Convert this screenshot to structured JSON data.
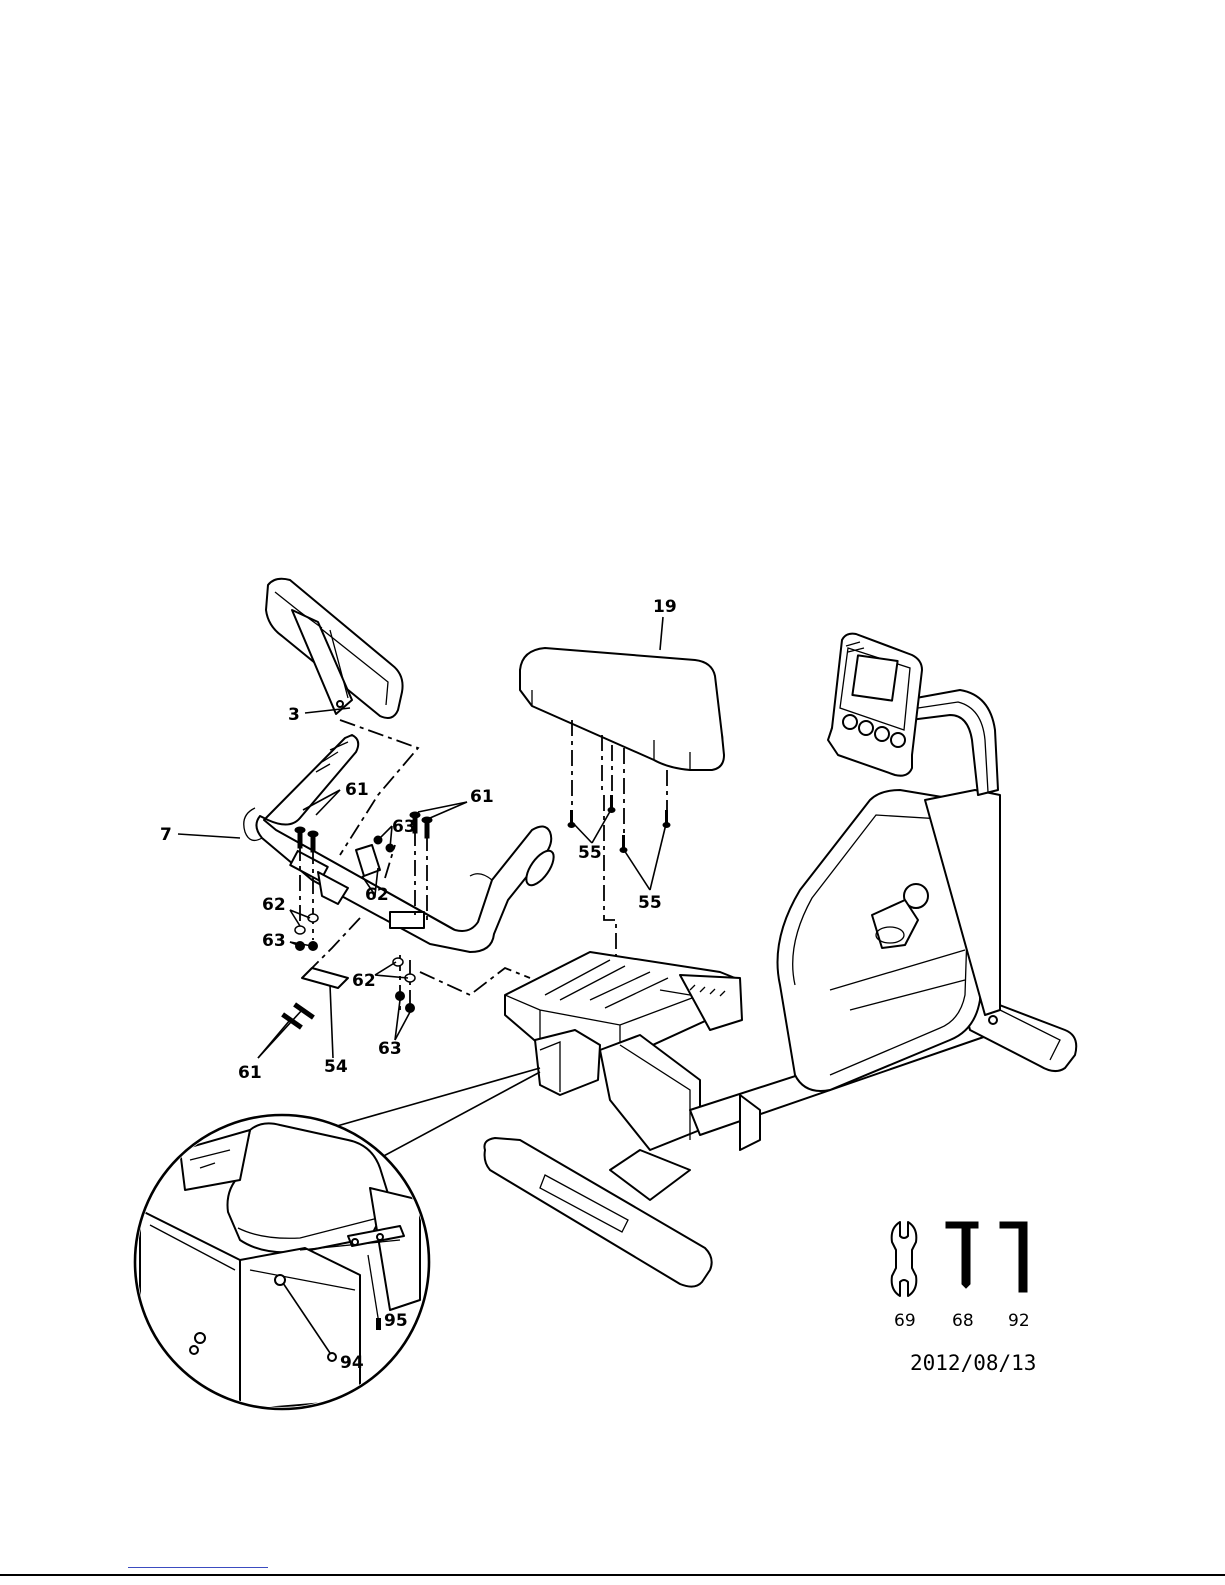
{
  "part_labels": {
    "p3": "3",
    "p7": "7",
    "p19": "19",
    "p54": "54",
    "p55a": "55",
    "p55b": "55",
    "p61a": "61",
    "p61b": "61",
    "p61c": "61",
    "p62a": "62",
    "p62b": "62",
    "p62c": "62",
    "p63a": "63",
    "p63b": "63",
    "p63c": "63",
    "p94": "94",
    "p95": "95"
  },
  "tools": [
    {
      "number": "69",
      "icon": "wrench-icon"
    },
    {
      "number": "68",
      "icon": "allen-key-icon"
    },
    {
      "number": "92",
      "icon": "allen-key-icon"
    }
  ],
  "date": "2012/08/13"
}
